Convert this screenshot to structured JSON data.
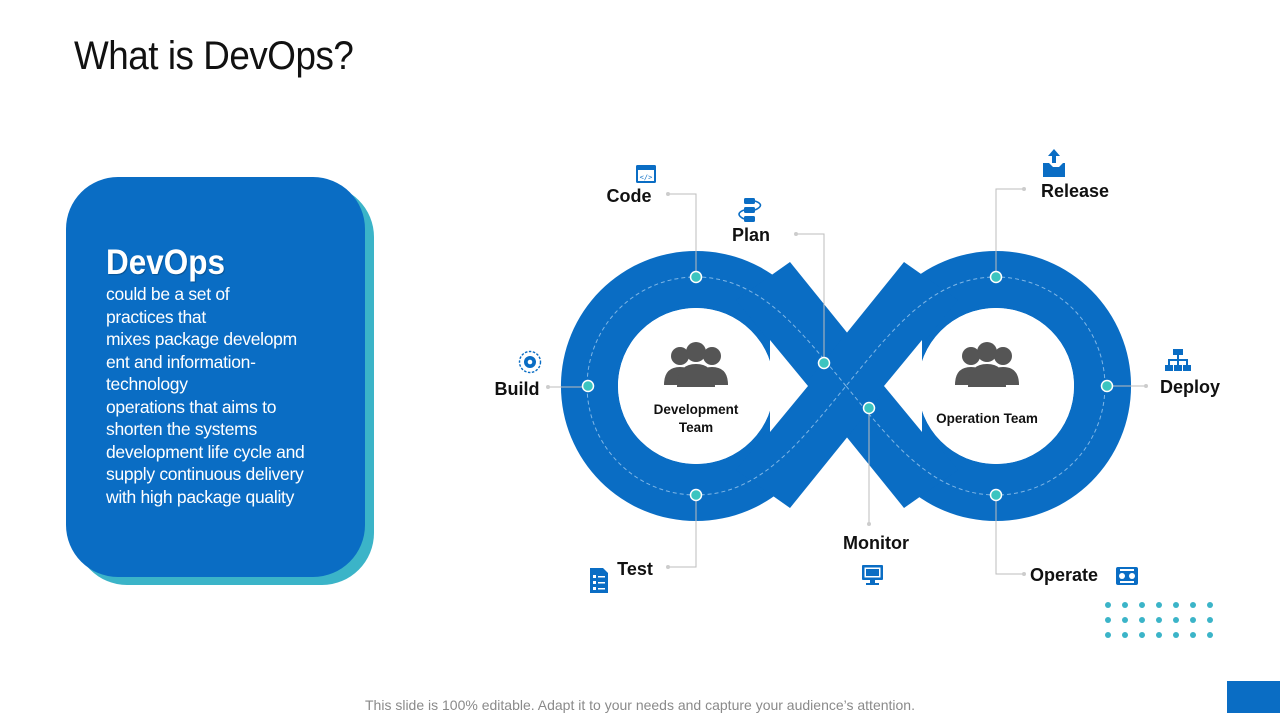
{
  "slide": {
    "title": "What is DevOps?",
    "footer": "This slide is 100% editable. Adapt it to your needs and capture your audience’s attention."
  },
  "card": {
    "heading": "DevOps",
    "lines": [
      "could be a set of",
      "practices that",
      "mixes package developm",
      "ent and information-",
      "technology",
      "operations that aims to",
      "shorten the systems",
      "development life cycle and",
      "supply continuous delivery",
      "with high package quality"
    ]
  },
  "diagram": {
    "left_team": [
      "Development",
      "Team"
    ],
    "right_team": "Operation Team",
    "stages": {
      "code": {
        "label": "Code",
        "icon": "code-window-icon"
      },
      "plan": {
        "label": "Plan",
        "icon": "plan-flow-icon"
      },
      "build": {
        "label": "Build",
        "icon": "gear-icon"
      },
      "test": {
        "label": "Test",
        "icon": "checklist-icon"
      },
      "release": {
        "label": "Release",
        "icon": "upload-box-icon"
      },
      "deploy": {
        "label": "Deploy",
        "icon": "hierarchy-icon"
      },
      "operate": {
        "label": "Operate",
        "icon": "control-panel-icon"
      },
      "monitor": {
        "label": "Monitor",
        "icon": "monitor-icon"
      }
    }
  },
  "colors": {
    "primary": "#0a6dc4",
    "accent": "#3bb4c8",
    "node": "#3bc4c0",
    "icon_gray": "#555555"
  }
}
